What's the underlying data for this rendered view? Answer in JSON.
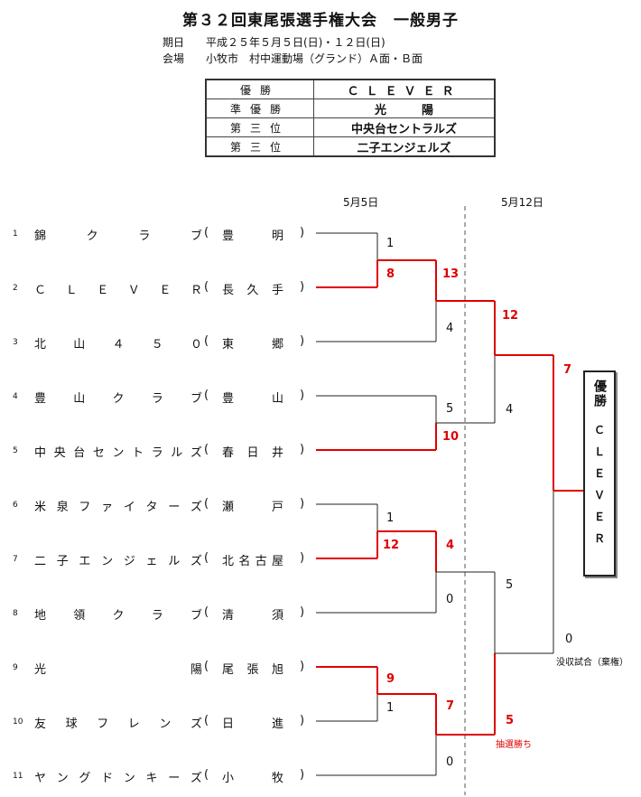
{
  "title": "第３２回東尾張選手権大会　一般男子",
  "period_label": "期日",
  "period_value": "平成２５年５月５日(日)・１２日(日)",
  "venue_label": "会場",
  "venue_value": "小牧市　村中運動場（グランド）Ａ面・Ｂ面",
  "results": [
    {
      "rank": "優勝",
      "team": "ＣＬＥＶＥＲ"
    },
    {
      "rank": "準優勝",
      "team": "光　　　陽"
    },
    {
      "rank": "第三位",
      "team": "中央台セントラルズ"
    },
    {
      "rank": "第三位",
      "team": "二子エンジェルズ"
    }
  ],
  "dates": [
    "5月5日",
    "5月12日"
  ],
  "teams": [
    {
      "no": "1",
      "name": "錦クラブ",
      "loc": "豊明"
    },
    {
      "no": "2",
      "name": "ＣＬＥＶＥＲ",
      "loc": "長久手"
    },
    {
      "no": "3",
      "name": "北山４５０",
      "loc": "東郷"
    },
    {
      "no": "4",
      "name": "豊山クラブ",
      "loc": "豊山"
    },
    {
      "no": "5",
      "name": "中央台セントラルズ",
      "loc": "春日井"
    },
    {
      "no": "6",
      "name": "米泉ファイターズ",
      "loc": "瀬戸"
    },
    {
      "no": "7",
      "name": "二子エンジェルズ",
      "loc": "北名古屋"
    },
    {
      "no": "8",
      "name": "地領クラブ",
      "loc": "清須"
    },
    {
      "no": "9",
      "name": "光陽",
      "loc": "尾張旭"
    },
    {
      "no": "10",
      "name": "友球フレンズ",
      "loc": "日進"
    },
    {
      "no": "11",
      "name": "ヤングドンキーズ",
      "loc": "小牧"
    }
  ],
  "scores": {
    "r1_a_top": "1",
    "r1_a_bot": "8",
    "r2_a_top": "13",
    "r2_a_bot": "4",
    "r2_b_top": "5",
    "r2_b_bot": "10",
    "sf1_top": "12",
    "sf1_bot": "4",
    "r1_b_top": "1",
    "r1_b_bot": "12",
    "r2_c_top": "4",
    "r2_c_bot": "0",
    "r1_c_top": "9",
    "r1_c_bot": "1",
    "r2_d_top": "7",
    "r2_d_bot": "0",
    "sf2_top": "5",
    "sf2_bot": "5",
    "final_top": "7",
    "final_bot": "0"
  },
  "notes": {
    "lottery": "抽選勝ち",
    "forfeit": "没収試合（棄権）"
  },
  "champion_label": "優勝",
  "champion_letters": [
    "Ｃ",
    "Ｌ",
    "Ｅ",
    "Ｖ",
    "Ｅ",
    "Ｒ"
  ],
  "colors": {
    "winner_line": "#e00000",
    "loser_line": "#222222"
  }
}
